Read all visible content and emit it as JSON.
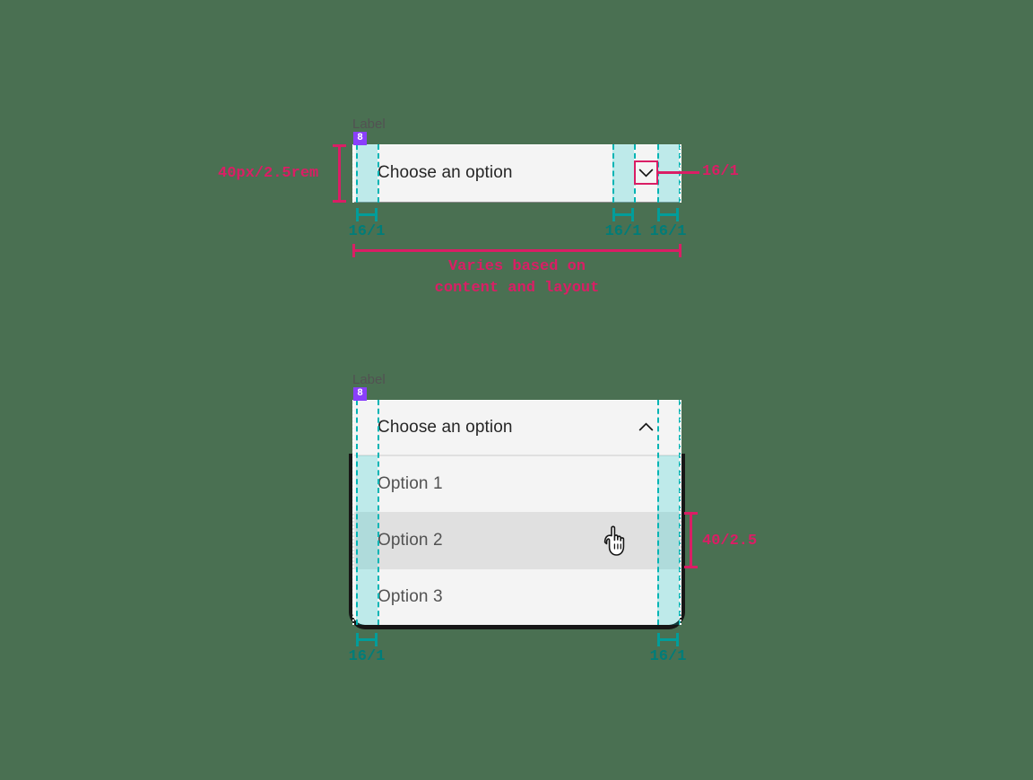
{
  "page": {
    "background_color": "#4a7052",
    "title": "Dropdown structure and spacing specification"
  },
  "colors": {
    "field_bg": "#f4f4f4",
    "field_hover_bg": "#e0e0e0",
    "field_border": "#8d8d8d",
    "text_primary": "#262626",
    "text_secondary": "#525252",
    "spacing_cyan": "#009d9a",
    "measure_pink": "#da1e65",
    "badge_purple": "#8a3ffc",
    "menu_shadow": "#161616"
  },
  "closed_dropdown": {
    "label": "Label",
    "badge": "8",
    "field_value": "Choose an option",
    "chevron_icon": "chevron-down-icon",
    "annotations": {
      "height": "40px/2.5rem",
      "left_padding": "16/1",
      "icon_gap": "16/1",
      "right_padding": "16/1",
      "icon_size": "16/1",
      "width_note_line1": "Varies based on",
      "width_note_line2": "content and layout"
    }
  },
  "open_dropdown": {
    "label": "Label",
    "badge": "8",
    "field_value": "Choose an option",
    "chevron_icon": "chevron-up-icon",
    "options": [
      {
        "label": "Option 1",
        "hovered": false
      },
      {
        "label": "Option 2",
        "hovered": true
      },
      {
        "label": "Option 3",
        "hovered": false
      }
    ],
    "cursor_icon": "pointer-hand-cursor",
    "annotations": {
      "item_height": "40/2.5",
      "left_padding": "16/1",
      "right_padding": "16/1"
    }
  }
}
